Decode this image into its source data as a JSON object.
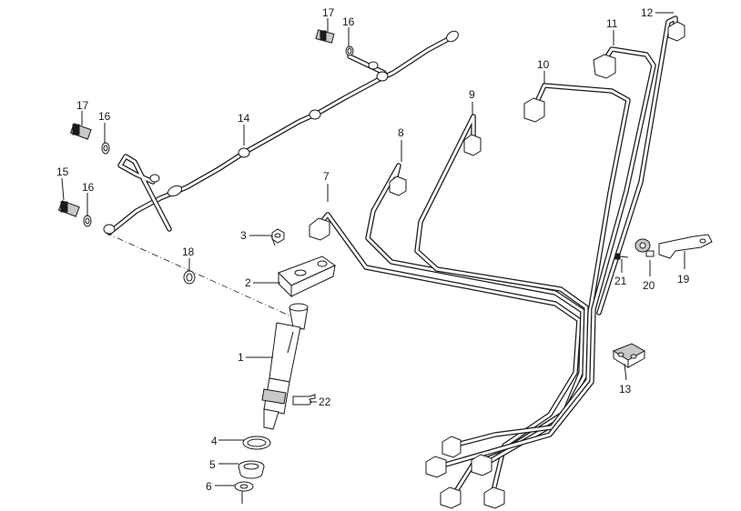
{
  "diagram": {
    "callouts": {
      "c1": "1",
      "c2": "2",
      "c3": "3",
      "c4": "4",
      "c5": "5",
      "c6": "6",
      "c7": "7",
      "c8": "8",
      "c9": "9",
      "c10": "10",
      "c11": "11",
      "c12": "12",
      "c13": "13",
      "c14": "14",
      "c15": "15",
      "c16a": "16",
      "c16b": "16",
      "c16c": "16",
      "c17a": "17",
      "c17b": "17",
      "c18": "18",
      "c19": "19",
      "c20": "20",
      "c21": "21",
      "c22": "22"
    },
    "colors": {
      "ink": "#1a1a1a",
      "paper": "#ffffff",
      "shade": "#c8c8c8"
    }
  }
}
